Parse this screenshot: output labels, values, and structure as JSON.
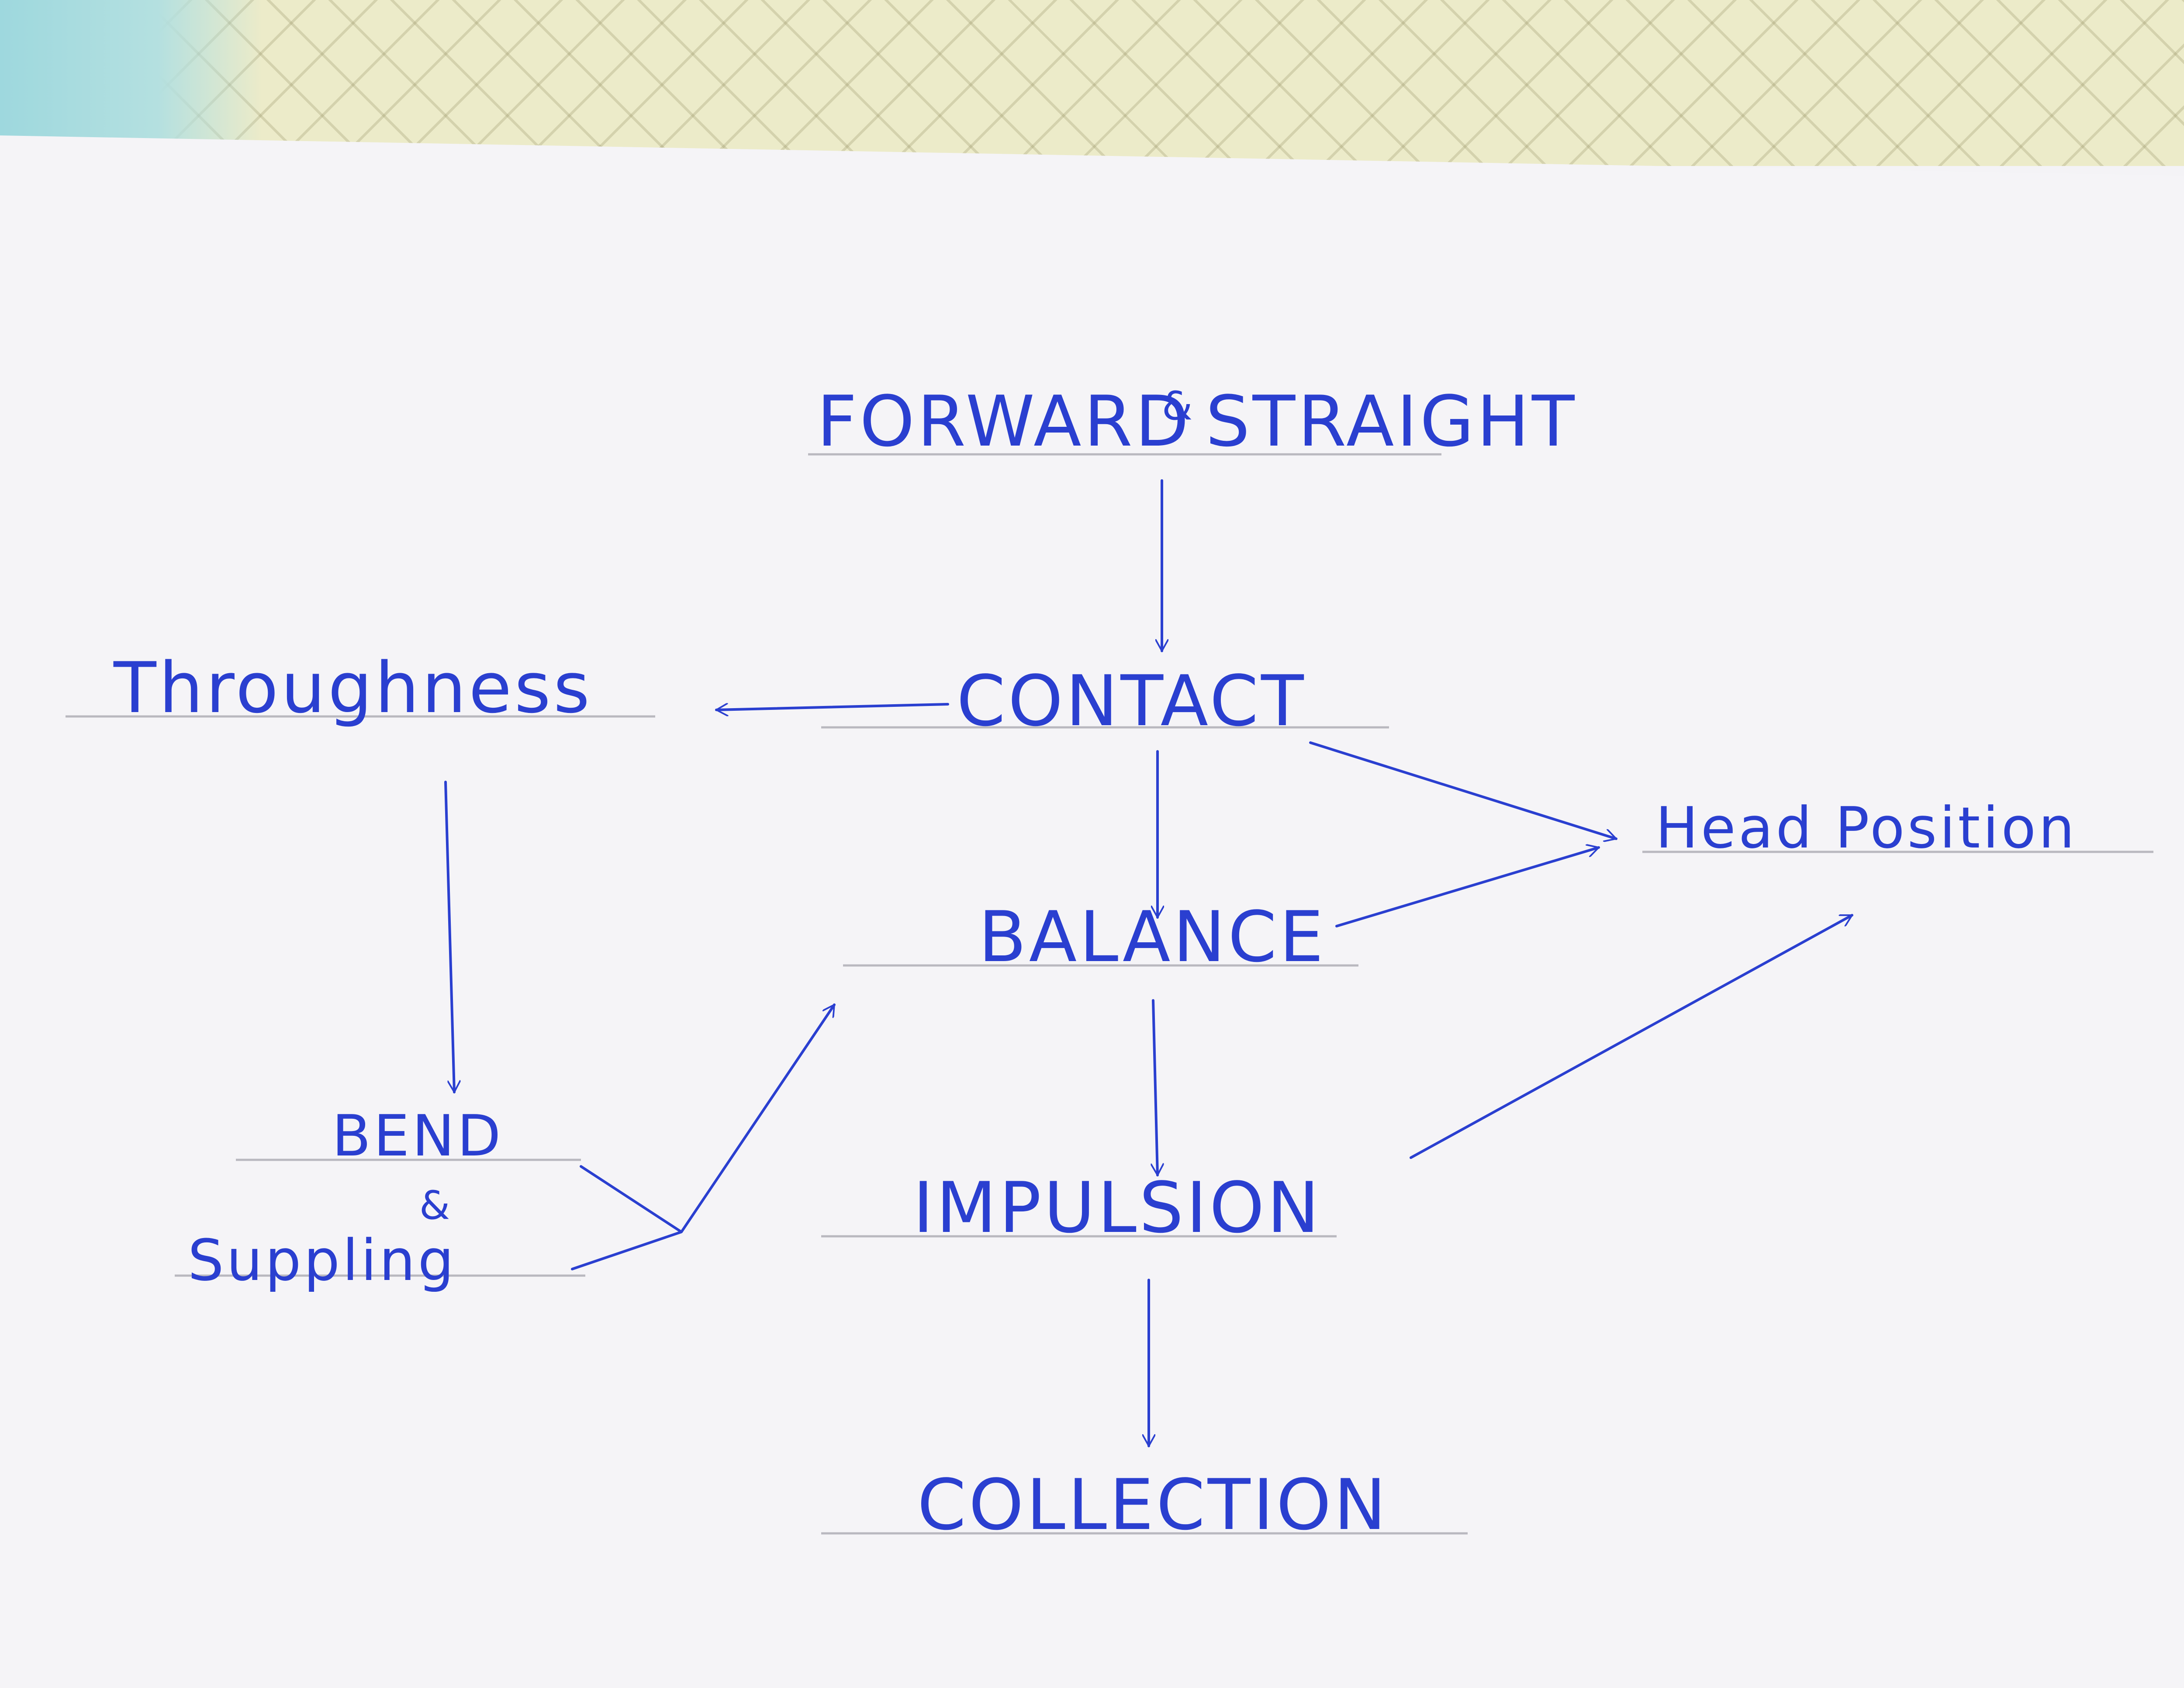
{
  "diagram": {
    "nodes": {
      "forward_straight": {
        "word1": "FORWARD",
        "amp": "&",
        "word2": "STRAIGHT"
      },
      "contact": {
        "label": "CONTACT"
      },
      "throughness": {
        "label": "Throughness"
      },
      "head_position": {
        "label": "Head Position"
      },
      "balance": {
        "label": "BALANCE"
      },
      "bend_suppling": {
        "word1": "BEND",
        "amp": "&",
        "word2": "Suppling"
      },
      "impulsion": {
        "label": "IMPULSION"
      },
      "collection": {
        "label": "COLLECTION"
      }
    },
    "edges": [
      {
        "from": "forward_straight",
        "to": "contact"
      },
      {
        "from": "contact",
        "to": "throughness"
      },
      {
        "from": "contact",
        "to": "balance"
      },
      {
        "from": "contact",
        "to": "head_position"
      },
      {
        "from": "balance",
        "to": "head_position"
      },
      {
        "from": "throughness",
        "to": "bend_suppling"
      },
      {
        "from": "bend_suppling",
        "to": "balance"
      },
      {
        "from": "balance",
        "to": "impulsion"
      },
      {
        "from": "impulsion",
        "to": "head_position"
      },
      {
        "from": "impulsion",
        "to": "collection"
      }
    ],
    "colors": {
      "ink": "#2a3fd0",
      "paper": "#f4f3f6",
      "guide_line": "#b9b8bf"
    }
  }
}
